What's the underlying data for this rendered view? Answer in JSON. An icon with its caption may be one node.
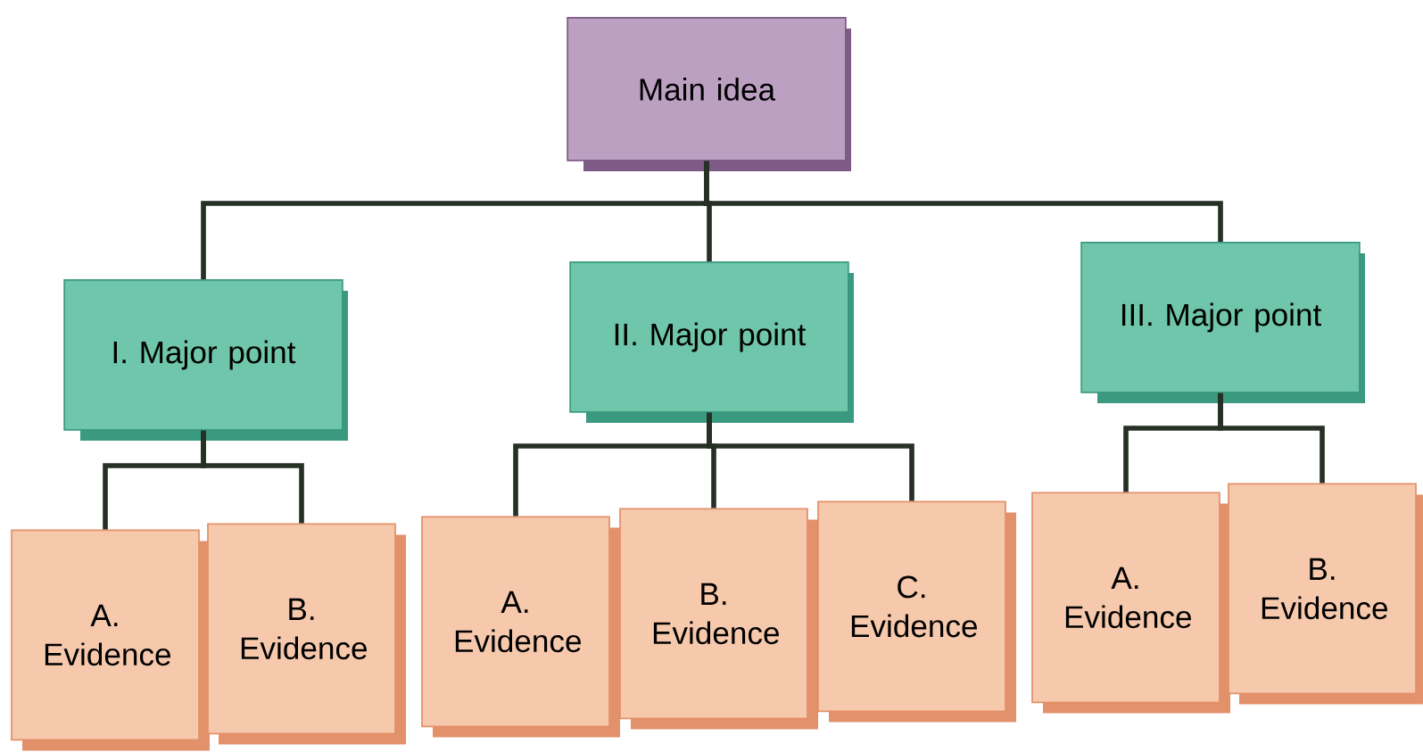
{
  "diagram": {
    "nodes": [
      {
        "text": [
          "Main idea"
        ]
      },
      {
        "text": [
          "I. Major point"
        ]
      },
      {
        "text": [
          "II. Major point"
        ]
      },
      {
        "text": [
          "III. Major point"
        ]
      },
      {
        "text": [
          "A. Evidence"
        ]
      },
      {
        "text": [
          "B. Evidence"
        ]
      },
      {
        "text": [
          "A. Evidence"
        ]
      },
      {
        "text": [
          "B. Evidence"
        ]
      },
      {
        "text": [
          "C. Evidence"
        ]
      },
      {
        "text": [
          "A. Evidence"
        ]
      },
      {
        "text": [
          "B. Evidence"
        ]
      }
    ],
    "edges": [
      {
        "from": 0,
        "to": 1,
        "arrow": "none"
      },
      {
        "from": 0,
        "to": 2,
        "arrow": "none"
      },
      {
        "from": 0,
        "to": 3,
        "arrow": "none"
      },
      {
        "from": 1,
        "to": 4,
        "arrow": "none"
      },
      {
        "from": 1,
        "to": 5,
        "arrow": "none"
      },
      {
        "from": 2,
        "to": 6,
        "arrow": "none"
      },
      {
        "from": 2,
        "to": 7,
        "arrow": "none"
      },
      {
        "from": 2,
        "to": 8,
        "arrow": "none"
      },
      {
        "from": 3,
        "to": 9,
        "arrow": "none"
      },
      {
        "from": 3,
        "to": 10,
        "arrow": "none"
      }
    ]
  }
}
